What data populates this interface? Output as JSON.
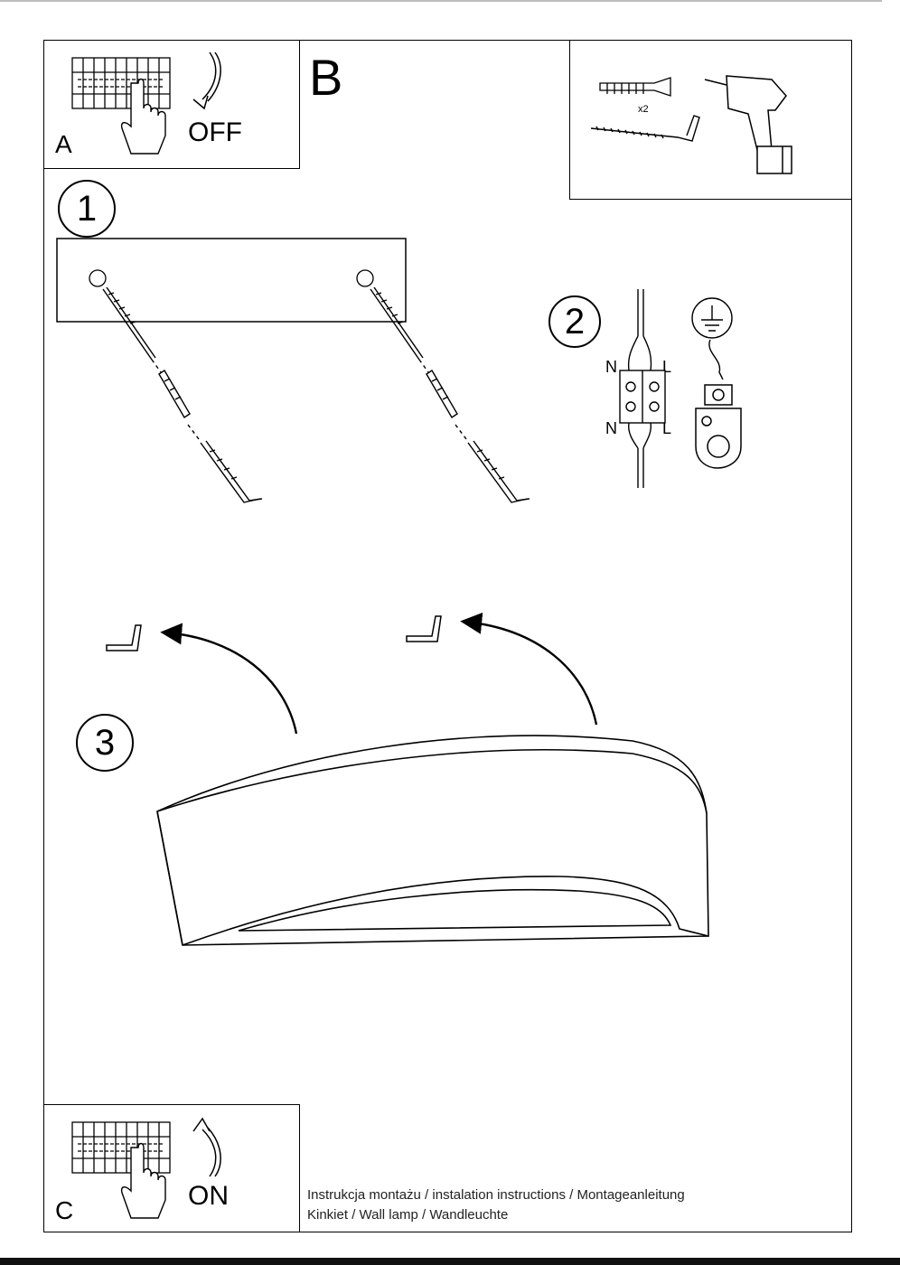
{
  "panels": {
    "a_label": "A",
    "a_action": "OFF",
    "b_label": "B",
    "b_quantity": "x2",
    "c_label": "C",
    "c_action": "ON"
  },
  "steps": {
    "one": "1",
    "two": "2",
    "three": "3"
  },
  "wiring": {
    "n_top": "N",
    "l_top": "L",
    "n_bottom": "N",
    "l_bottom": "L"
  },
  "footer": {
    "line1": "Instrukcja montażu / instalation instructions / Montageanleitung",
    "line2": "Kinkiet / Wall lamp / Wandleuchte"
  }
}
